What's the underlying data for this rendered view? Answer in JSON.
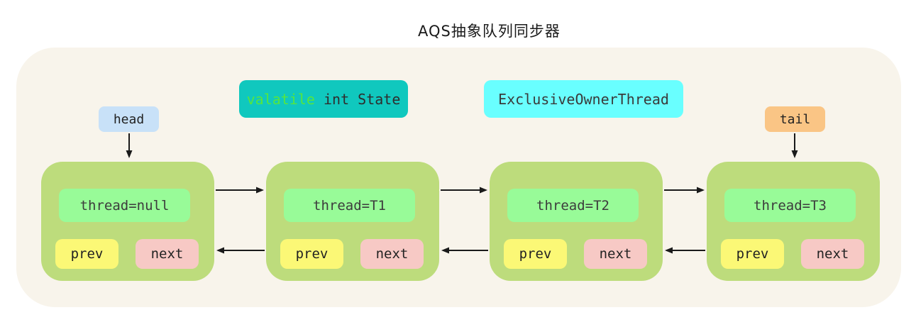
{
  "title": "AQS抽象队列同步器",
  "pointers": {
    "head": "head",
    "tail": "tail"
  },
  "labels": {
    "state_keyword": "valatile",
    "state_rest": " int State",
    "exclusive_owner": "ExclusiveOwnerThread"
  },
  "nodes": [
    {
      "thread": "thread=null",
      "prev": "prev",
      "next": "next"
    },
    {
      "thread": "thread=T1",
      "prev": "prev",
      "next": "next"
    },
    {
      "thread": "thread=T2",
      "prev": "prev",
      "next": "next"
    },
    {
      "thread": "thread=T3",
      "prev": "prev",
      "next": "next"
    }
  ],
  "colors": {
    "container_bg": "#F8F4EB",
    "node_bg": "#BDDC7C",
    "thread_bg": "#98FB98",
    "prev_bg": "#FBF876",
    "next_bg": "#F7C9C5",
    "head_bg": "#C8E1F8",
    "tail_bg": "#FAC585",
    "state_bg": "#10C8BE",
    "state_keyword": "#55E63F",
    "exclusive_bg": "#69FFFF",
    "arrow": "#1A1A1A"
  }
}
